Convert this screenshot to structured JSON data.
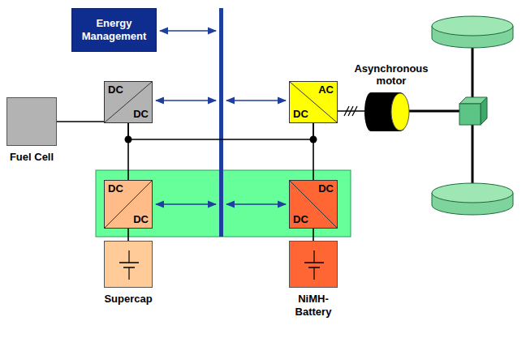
{
  "diagram": {
    "nodes": [
      {
        "text": [
          "Energy Management"
        ]
      },
      {
        "text": [
          "Fuel Cell"
        ]
      },
      {
        "text": [
          "DC",
          "DC"
        ]
      },
      {
        "text": [
          "AC",
          "DC"
        ]
      },
      {
        "text": [
          "Asynchronous motor"
        ]
      },
      {
        "text": [
          "DC",
          "DC"
        ]
      },
      {
        "text": [
          "DC",
          "DC"
        ]
      },
      {
        "text": [
          "Supercap"
        ]
      },
      {
        "text": [
          "NiMH-Battery"
        ]
      }
    ],
    "edges": [
      {
        "from": 1,
        "to": 2,
        "arrow": "none"
      },
      {
        "from": 2,
        "to": 3,
        "arrow": "none"
      },
      {
        "from": 2,
        "to": 5,
        "arrow": "none"
      },
      {
        "from": 3,
        "to": 6,
        "arrow": "none"
      },
      {
        "from": 3,
        "to": 4,
        "arrow": "none"
      },
      {
        "from": 5,
        "to": 7,
        "arrow": "none"
      },
      {
        "from": 6,
        "to": 8,
        "arrow": "none"
      }
    ]
  }
}
